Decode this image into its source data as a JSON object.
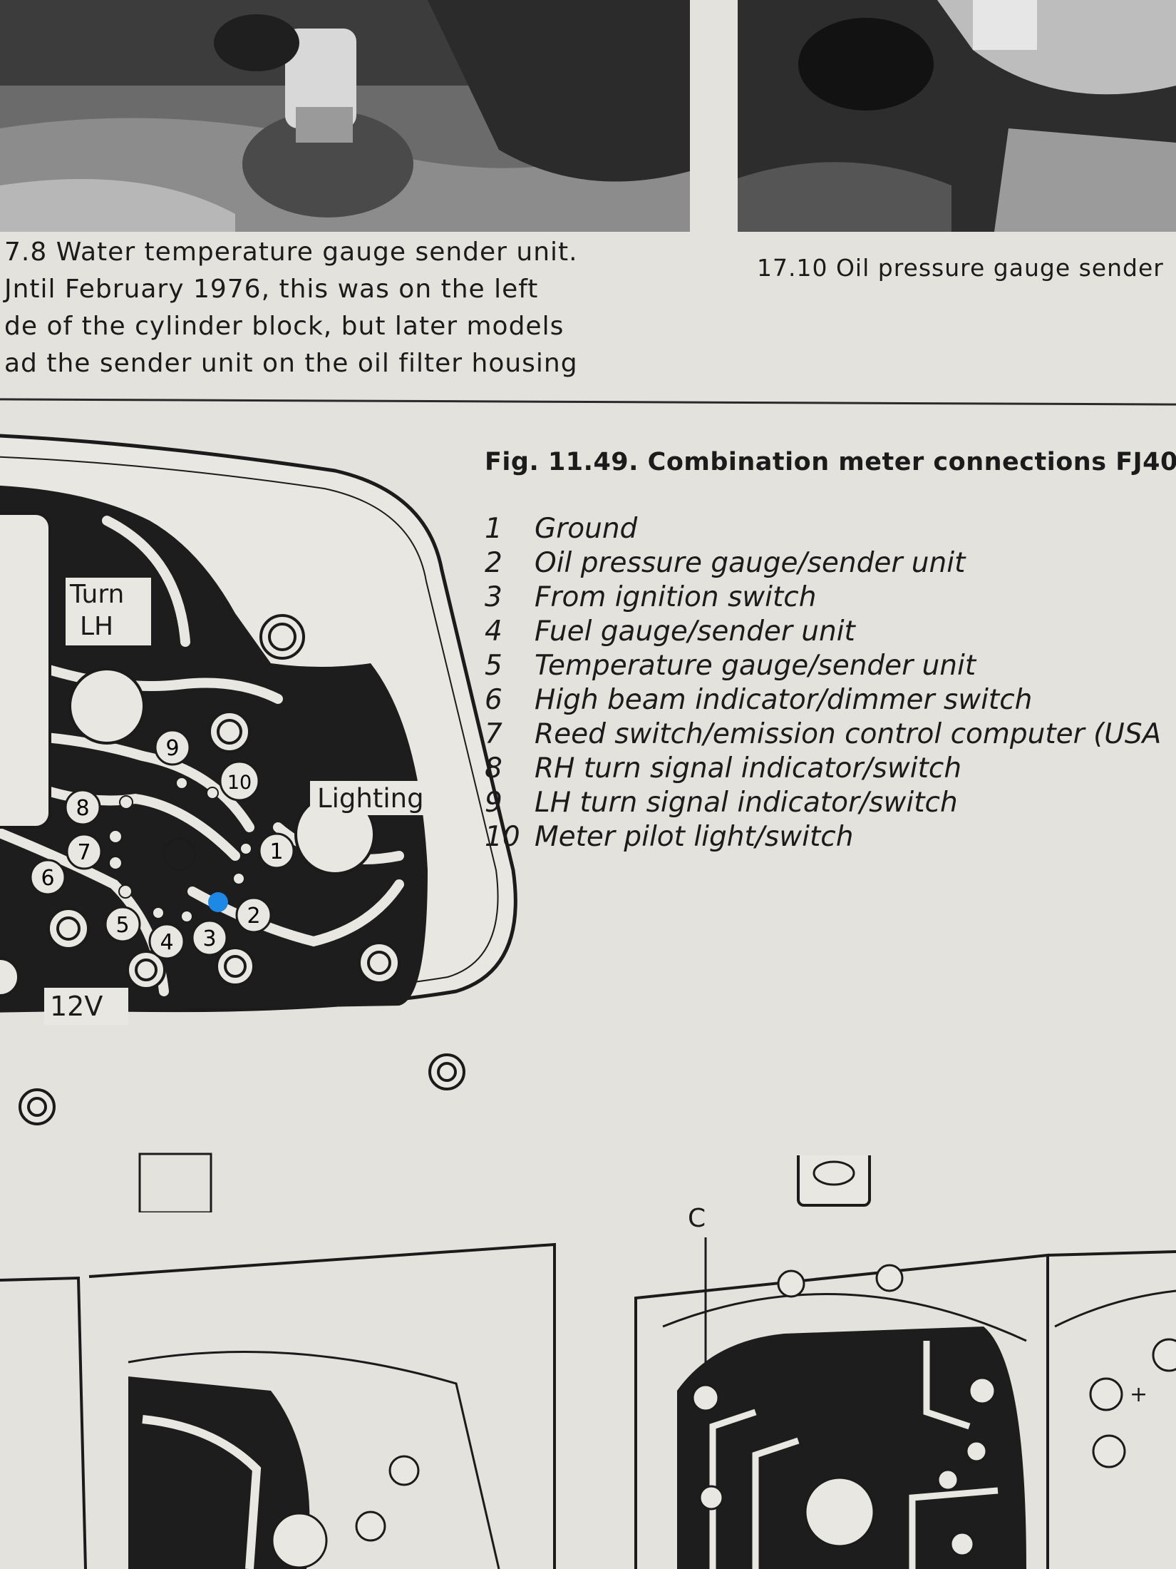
{
  "captions": {
    "left": [
      "7.8 Water temperature gauge sender unit.",
      "Jntil February 1976, this was on the left",
      "de of the cylinder block, but later models",
      "ad the sender unit on the oil filter housing"
    ],
    "right": "17.10 Oil pressure gauge sender"
  },
  "figure": {
    "title": "Fig. 11.49. Combination meter connections FJ40",
    "legend": [
      {
        "num": "1",
        "text": "Ground"
      },
      {
        "num": "2",
        "text": "Oil pressure gauge/sender unit"
      },
      {
        "num": "3",
        "text": "From ignition switch"
      },
      {
        "num": "4",
        "text": "Fuel gauge/sender unit"
      },
      {
        "num": "5",
        "text": "Temperature gauge/sender unit"
      },
      {
        "num": "6",
        "text": "High beam indicator/dimmer switch"
      },
      {
        "num": "7",
        "text": "Reed switch/emission control computer (USA"
      },
      {
        "num": "8",
        "text": "RH turn signal indicator/switch"
      },
      {
        "num": "9",
        "text": "LH turn signal indicator/switch"
      },
      {
        "num": "10",
        "text": "Meter pilot light/switch"
      }
    ]
  },
  "diagram": {
    "labels": {
      "turn_1": "Turn",
      "turn_2": "LH",
      "lighting": "Lighting",
      "volt": "12V",
      "c_marker": "C",
      "plus": "+"
    },
    "pins": [
      "1",
      "2",
      "3",
      "4",
      "5",
      "6",
      "7",
      "8",
      "9",
      "10"
    ]
  },
  "colors": {
    "paper": "#e4e2dc",
    "ink": "#1b1b1b",
    "marker_dot": "#1e88e5"
  }
}
